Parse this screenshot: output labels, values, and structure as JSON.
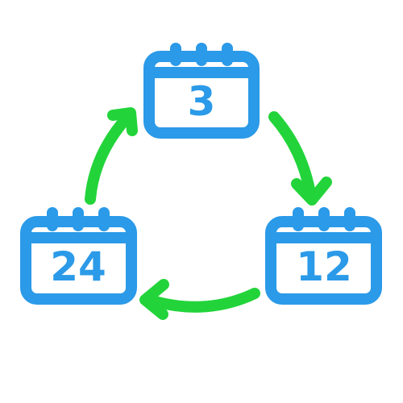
{
  "calendars": [
    {
      "id": "top",
      "number": "3"
    },
    {
      "id": "right",
      "number": "12"
    },
    {
      "id": "left",
      "number": "24"
    }
  ],
  "colors": {
    "calendar": "#2B9AE8",
    "arrow": "#22D43A",
    "background": "#FFFFFF"
  },
  "icons": {
    "calendar": "calendar-icon",
    "arrow": "curved-arrow-icon"
  }
}
